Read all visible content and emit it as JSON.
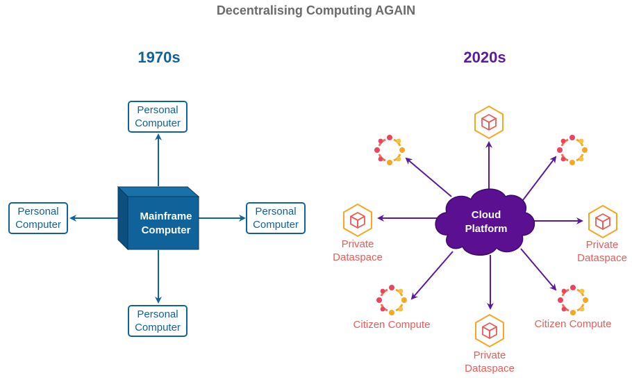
{
  "title": "Decentralising Computing AGAIN",
  "left": {
    "era": "1970s",
    "mainframe": "Mainframe Computer",
    "terminals": [
      "Personal Computer",
      "Personal Computer",
      "Personal Computer",
      "Personal Computer"
    ]
  },
  "right": {
    "era": "2020s",
    "cloud": "Cloud Platform",
    "labels": {
      "left": "Private Dataspace",
      "right": "Private Dataspace",
      "bottom": "Private Dataspace",
      "bottom_left": "Citizen Compute",
      "bottom_right": "Citizen Compute"
    }
  },
  "icons": [
    "cube-hexagon-icon",
    "community-ring-icon",
    "cloud-icon",
    "mainframe-box-icon"
  ],
  "colors": {
    "blue": "#10629a",
    "purple": "#5b1a9a",
    "hex_orange": "#f5a623",
    "ring_red": "#e85c57",
    "title_gray": "#6b6b6b"
  }
}
